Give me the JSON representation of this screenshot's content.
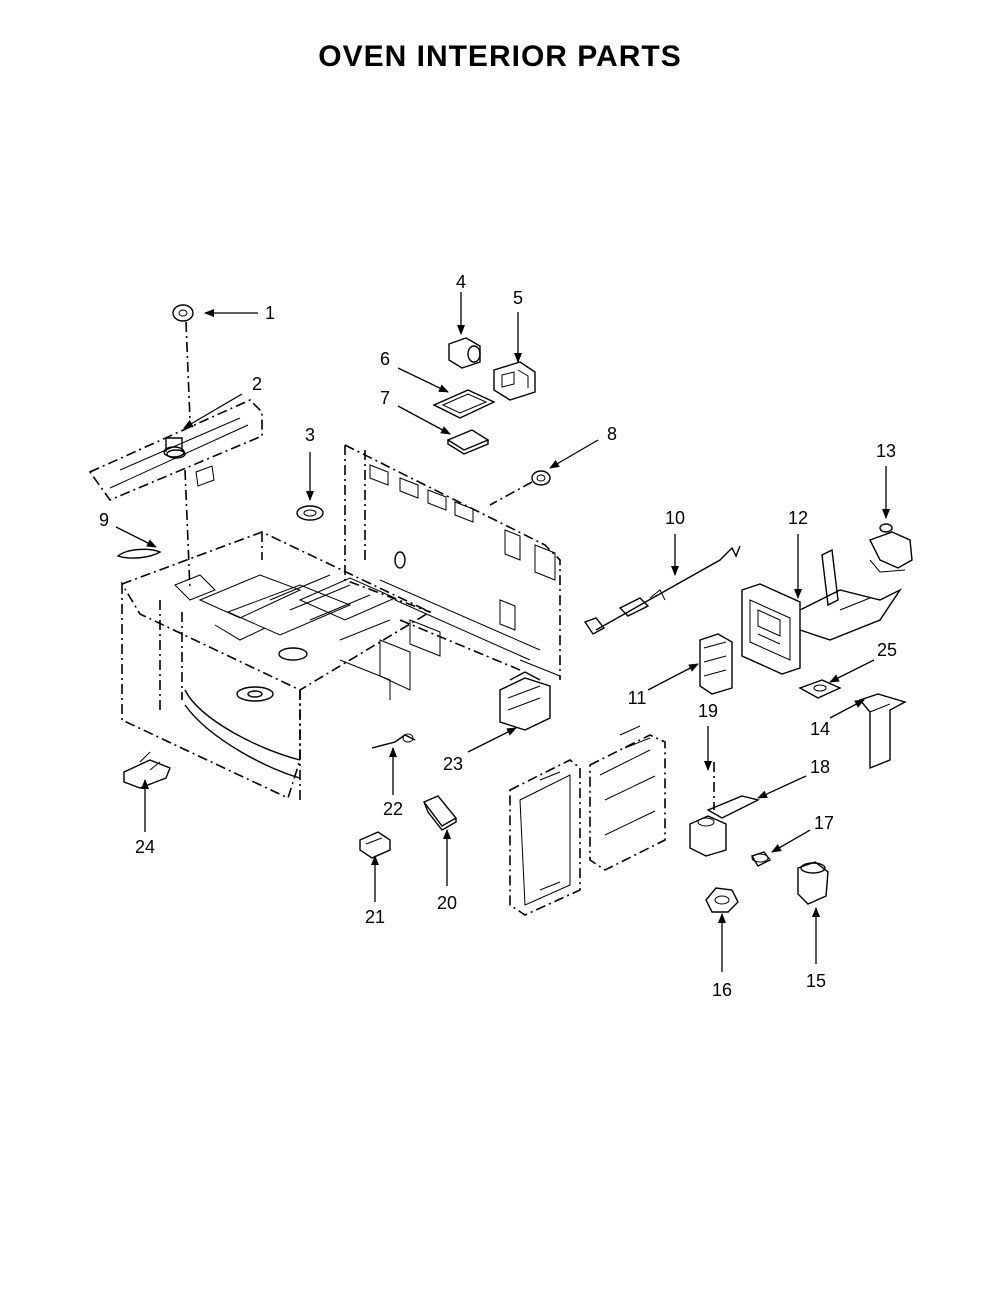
{
  "title": "OVEN INTERIOR PARTS",
  "callouts": [
    "1",
    "2",
    "3",
    "4",
    "5",
    "6",
    "7",
    "8",
    "9",
    "10",
    "11",
    "12",
    "13",
    "14",
    "15",
    "16",
    "17",
    "18",
    "19",
    "20",
    "21",
    "22",
    "23",
    "24",
    "25"
  ]
}
